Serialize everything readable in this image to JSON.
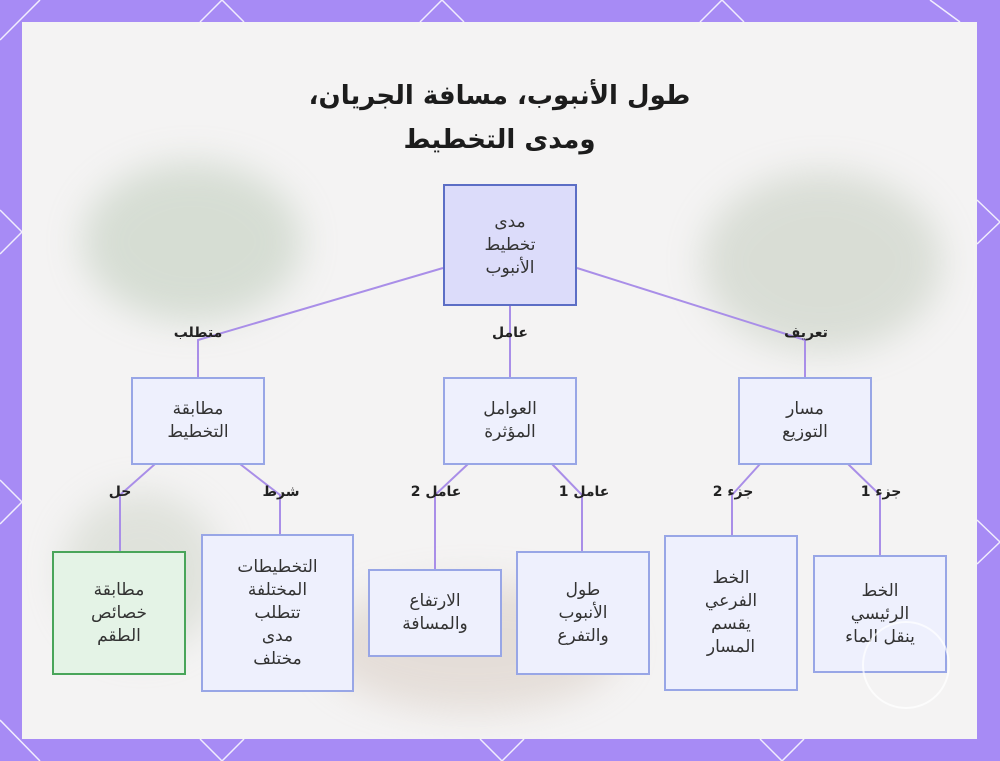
{
  "title_line1": "طول الأنبوب، مسافة الجريان،",
  "title_line2": "ومدى التخطيط",
  "nodes": {
    "root": "مدى\nتخطيط\nالأنبوب",
    "match": "مطابقة\nالتخطيط",
    "factors": "العوامل\nالمؤثرة",
    "path": "مسار\nالتوزيع",
    "fixture": "مطابقة\nخصائص\nالطقم",
    "layouts": "التخطيطات\nالمختلفة\nتتطلب\nمدى\nمختلف",
    "elevation": "الارتفاع\nوالمسافة",
    "length": "طول\nالأنبوب\nوالتفرع",
    "branch": "الخط\nالفرعي\nيقسم\nالمسار",
    "main": "الخط\nالرئيسي\nينقل الماء"
  },
  "edge_labels": {
    "requires": "متطلب",
    "factor": "عامل",
    "definition": "تعريف",
    "solution": "حل",
    "condition": "شرط",
    "factor2": "عامل 2",
    "factor1": "عامل 1",
    "part2": "جزء 2",
    "part1": "جزء 1"
  },
  "colors": {
    "frame": "#a78bf5",
    "edge": "#a98ee8",
    "node_fill": "#eef0fd",
    "node_border": "#98a6e6",
    "root_fill": "#dcdcfa",
    "root_border": "#5c6ec5",
    "green_fill": "#e4f3e6",
    "green_border": "#49a55a"
  }
}
